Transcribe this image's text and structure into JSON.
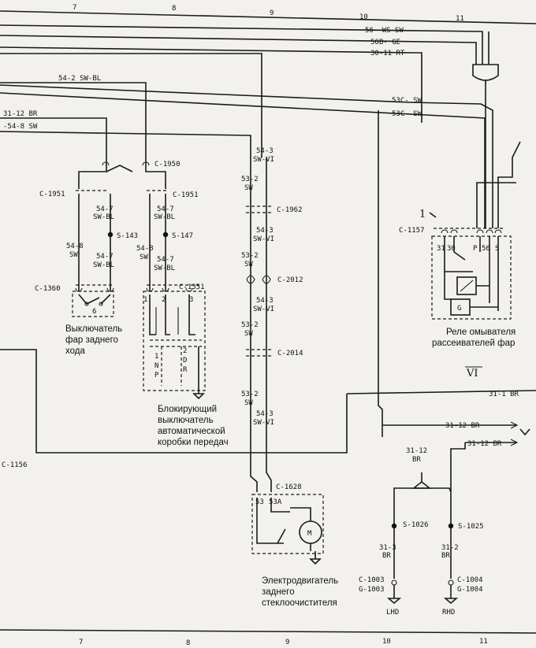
{
  "ruler_top": [
    "7",
    "8",
    "9",
    "10",
    "11"
  ],
  "ruler_bottom": [
    "7",
    "8",
    "9",
    "10",
    "11"
  ],
  "section_numeral": "VI",
  "bus": {
    "ws_sw": "56- WS-SW",
    "ge": "56B- GE",
    "rt": "30-11 RT",
    "sw_bl": "54-2 SW-BL",
    "sw53c_a": "53C- SW",
    "sw53c_b": "53C- SW",
    "br_left": "31-12 BR",
    "sw_left": "-54-8 SW",
    "br_right": "31-1 BR",
    "br_out1": "31-12 BR",
    "br_out2": "31-12 BR",
    "c1156": "C-1156"
  },
  "connectors": {
    "c1950": "C-1950",
    "c1951_l": "C-1951",
    "c1951_r": "C-1951",
    "c1360": "C-1360",
    "c1351": "C-1351",
    "c1962": "C-1962",
    "c2012": "C-2012",
    "c2014": "C-2014",
    "c1628": "C-1628",
    "c1157": "C-1157",
    "c1003": "C-1003",
    "g1003": "G-1003",
    "c1004": "C-1004",
    "g1004": "G-1004"
  },
  "splices": {
    "s143": "S-143",
    "s147": "S-147",
    "s1026": "S-1026",
    "s1025": "S-1025"
  },
  "wires": {
    "w547a_1": "54-7",
    "w547a_2": "SW-BL",
    "w547b_1": "54-7",
    "w547b_2": "SW-BL",
    "w548a_1": "54-8",
    "w548a_2": "SW",
    "w547c_1": "54-7",
    "w547c_2": "SW-BL",
    "w548b_1": "54-8",
    "w548b_2": "SW",
    "w547d_1": "54-7",
    "w547d_2": "SW-BL",
    "w543a_1": "54-3",
    "w543a_2": "SW-VI",
    "w532a_1": "53-2",
    "w532a_2": "SW",
    "w543b_1": "54-3",
    "w543b_2": "SW-VI",
    "w532b_1": "53-2",
    "w532b_2": "SW",
    "w543c_1": "54-3",
    "w543c_2": "SW-VI",
    "w532c_1": "53-2",
    "w532c_2": "SW",
    "w532d_1": "53-2",
    "w532d_2": "SW",
    "w543d_1": "54-3",
    "w543d_2": "SW-VI",
    "w3112_1": "31-12",
    "w3112_2": "BR",
    "w313_1": "31-3",
    "w313_2": "BR",
    "w312_1": "31-2",
    "w312_2": "BR"
  },
  "pins": {
    "p1": "1",
    "p2": "2",
    "p3": "3",
    "p6": "6",
    "r1": "1",
    "rN": "N",
    "rP": "P",
    "r2": "2",
    "rD": "D",
    "rR": "R",
    "m53": "53",
    "m53a": "53A",
    "motor": "M",
    "relay_31": "31",
    "relay_30": "30",
    "relay_p": "P",
    "relay_56": "56",
    "relay_s": "S",
    "relay_g": "G",
    "marker": "1",
    "lhd": "LHD",
    "rhd": "RHD"
  },
  "captions": {
    "reverse_1": "Выключатель",
    "reverse_2": "фар заднего",
    "reverse_3": "хода",
    "block_1": "Блокирующий",
    "block_2": "выключатель",
    "block_3": "автоматической",
    "block_4": "коробки передач",
    "relay_1": "Реле омывателя",
    "relay_2": "рассеивателей фар",
    "motor_1": "Электродвигатель",
    "motor_2": "заднего",
    "motor_3": "стеклоочистителя"
  }
}
